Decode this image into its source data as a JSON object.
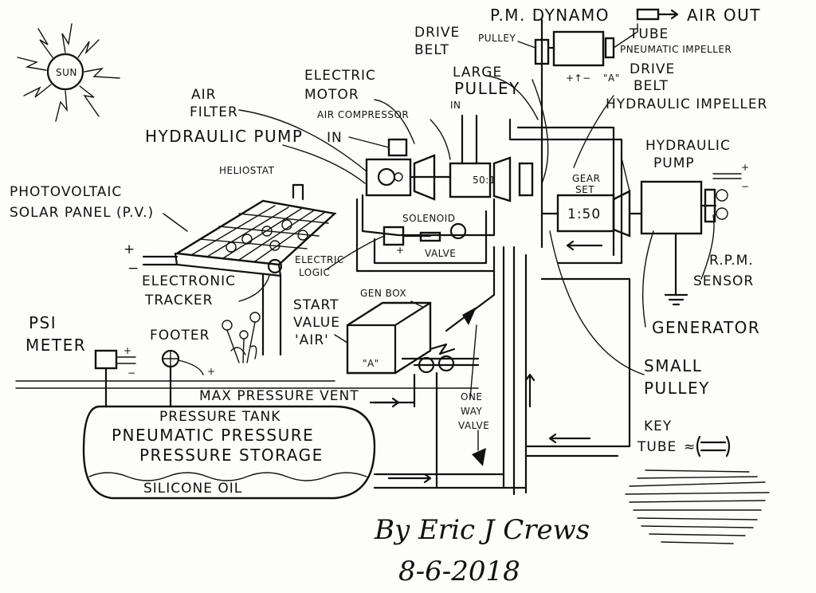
{
  "labels": {
    "sun": "SUN",
    "pm_dynamo": "P.M. DYNAMO",
    "air_out": "AIR OUT",
    "tube_top": "TUBE",
    "pneumatic_impeller": "PNEUMATIC IMPELLER",
    "drive_belt_1": "DRIVE\nBELT",
    "pulley": "PULLEY",
    "large_pulley": "LARGE\nPULLEY",
    "a_top": "\"A\"",
    "drive_belt_2": "DRIVE\nBELT",
    "hydraulic_impeller": "HYDRAULIC IMPELLER",
    "electric_motor": "ELECTRIC\nMOTOR",
    "air_compressor": "AIR COMPRESSOR",
    "air_filter": "AIR\nFILTER",
    "in_1": "IN",
    "in_2": "IN",
    "hydraulic_pump_1": "HYDRAULIC PUMP",
    "heliostat": "HELIOSTAT",
    "ratio_50": "50:1",
    "gear_set": "GEAR\nSET",
    "ratio_150": "1:50",
    "hydraulic_pump_2": "HYDRAULIC\nPUMP",
    "pv_panel": "PHOTOVOLTAIC\nSOLAR PANEL (P.V.)",
    "solenoid": "SOLENOID",
    "valve": "VALVE",
    "electric_logic": "ELECTRIC\nLOGIC",
    "electronic_tracker": "ELECTRONIC\nTRACKER",
    "rpm_sensor": "R.P.M.\nSENSOR",
    "gen_box": "GEN BOX",
    "start_value_air": "START\nVALUE\n'AIR'",
    "a_mid": "\"A\"",
    "generator": "GENERATOR",
    "psi_meter": "PSI\nMETER",
    "footer": "FOOTER",
    "max_pressure_vent": "MAX PRESSURE VENT",
    "small_pulley": "SMALL\nPULLEY",
    "one_way_valve": "ONE\nWAY\nVALVE",
    "key": "KEY",
    "tube_key": "TUBE",
    "tank_line1": "PRESSURE TANK",
    "tank_line2": "PNEUMATIC PRESSURE",
    "tank_line3": "PRESSURE STORAGE",
    "tank_oil": "SILICONE OIL",
    "signature": "By Eric J Crews",
    "date": "8-6-2018"
  },
  "colors": {
    "ink": "#111111",
    "paper": "#fdfdfb"
  }
}
